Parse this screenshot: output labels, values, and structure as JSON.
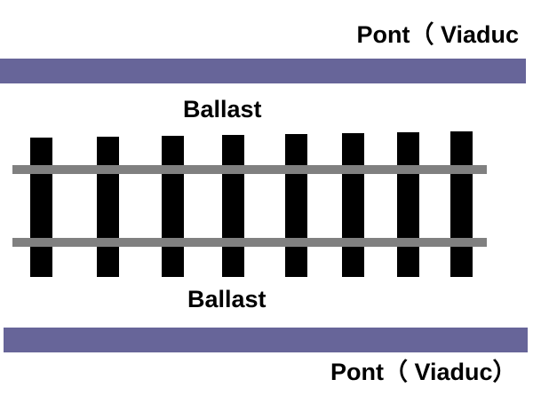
{
  "labels": {
    "bridge_top": "Pont（ Viaduc",
    "ballast_top": "Ballast",
    "ballast_bottom": "Ballast",
    "bridge_bottom": "Pont（ Viaduc）"
  },
  "colors": {
    "bridge_deck": "#676599",
    "rail": "#808080",
    "sleeper": "#000000",
    "text": "#000000",
    "background": "#ffffff"
  },
  "track": {
    "sleeper_count": 8,
    "rail_count": 2
  }
}
